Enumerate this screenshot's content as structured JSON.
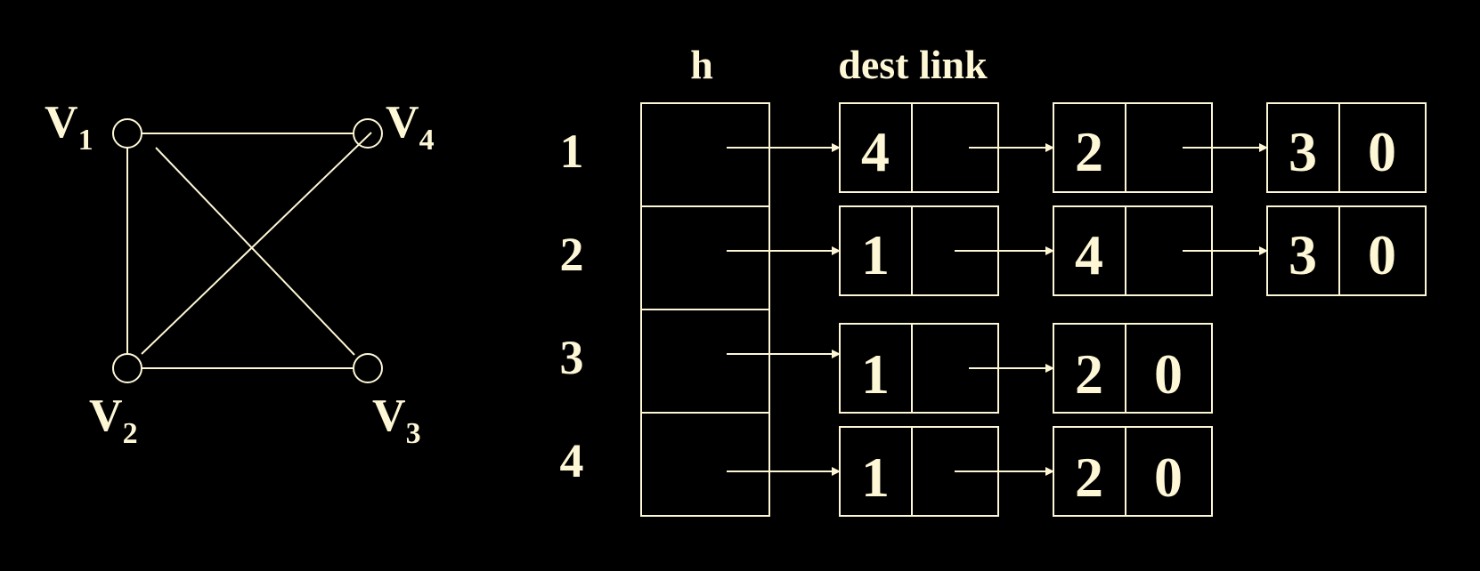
{
  "colors": {
    "background": "#000000",
    "foreground": "#fdf7d6"
  },
  "graph": {
    "vertices": [
      {
        "id": "v1",
        "letter": "V",
        "sub": "1"
      },
      {
        "id": "v4",
        "letter": "V",
        "sub": "4"
      },
      {
        "id": "v2",
        "letter": "V",
        "sub": "2"
      },
      {
        "id": "v3",
        "letter": "V",
        "sub": "3"
      }
    ],
    "edges": [
      [
        "v1",
        "v4"
      ],
      [
        "v1",
        "v2"
      ],
      [
        "v1",
        "v3"
      ],
      [
        "v2",
        "v4"
      ],
      [
        "v2",
        "v3"
      ]
    ]
  },
  "adjacency": {
    "head_label": "h",
    "node_label": "dest link",
    "rows": [
      {
        "index": "1",
        "nodes": [
          {
            "dest": "4",
            "link": ""
          },
          {
            "dest": "2",
            "link": ""
          },
          {
            "dest": "3",
            "link": "0"
          }
        ]
      },
      {
        "index": "2",
        "nodes": [
          {
            "dest": "1",
            "link": ""
          },
          {
            "dest": "4",
            "link": ""
          },
          {
            "dest": "3",
            "link": "0"
          }
        ]
      },
      {
        "index": "3",
        "nodes": [
          {
            "dest": "1",
            "link": ""
          },
          {
            "dest": "2",
            "link": "0"
          }
        ]
      },
      {
        "index": "4",
        "nodes": [
          {
            "dest": "1",
            "link": ""
          },
          {
            "dest": "2",
            "link": "0"
          }
        ]
      }
    ]
  }
}
